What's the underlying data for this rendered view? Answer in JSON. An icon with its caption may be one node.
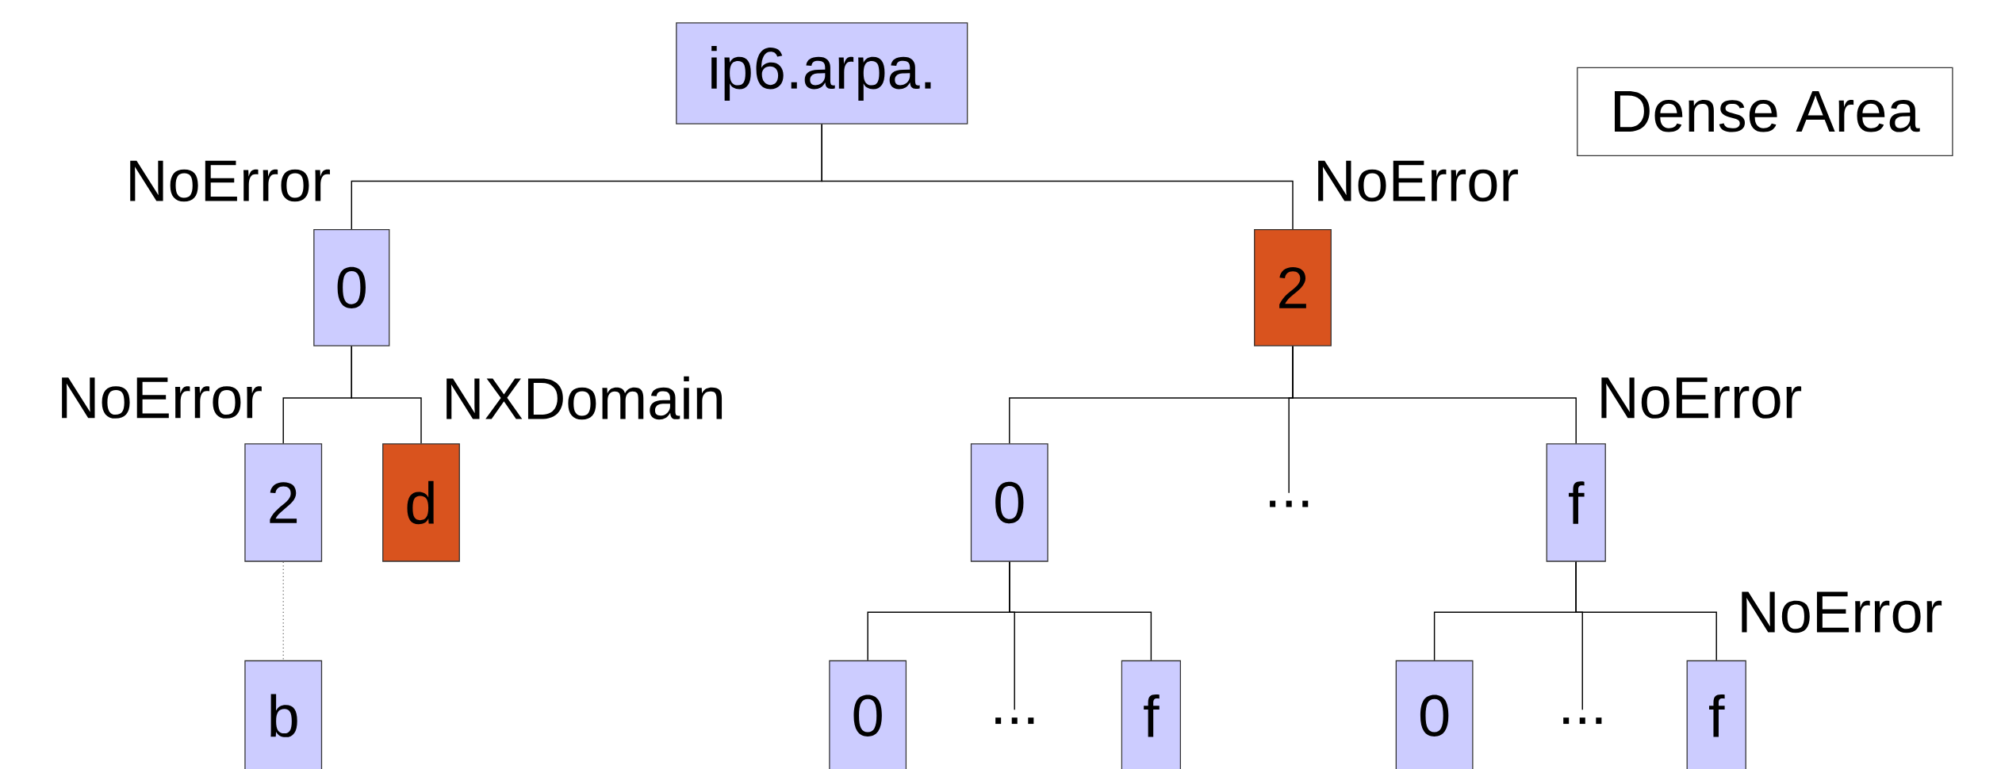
{
  "diagram": {
    "nodes": [
      {
        "text": [
          "ip6.arpa."
        ]
      },
      {
        "text": [
          "Dense Area"
        ]
      },
      {
        "text": [
          "0"
        ]
      },
      {
        "text": [
          "2"
        ]
      },
      {
        "text": [
          "2"
        ]
      },
      {
        "text": [
          "d"
        ]
      },
      {
        "text": [
          "b"
        ]
      },
      {
        "text": [
          "0"
        ]
      },
      {
        "text": [
          "..."
        ]
      },
      {
        "text": [
          "f"
        ]
      },
      {
        "text": [
          "0"
        ]
      },
      {
        "text": [
          "..."
        ]
      },
      {
        "text": [
          "f"
        ]
      },
      {
        "text": [
          "0"
        ]
      },
      {
        "text": [
          "..."
        ]
      },
      {
        "text": [
          "f"
        ]
      }
    ],
    "edges": [
      {
        "from": 0,
        "to": 2,
        "arrow": "none",
        "label": "NoError"
      },
      {
        "from": 0,
        "to": 3,
        "arrow": "none",
        "label": "NoError"
      },
      {
        "from": 2,
        "to": 4,
        "arrow": "none",
        "label": "NoError"
      },
      {
        "from": 2,
        "to": 5,
        "arrow": "none",
        "label": "NXDomain"
      },
      {
        "from": 4,
        "to": 6,
        "arrow": "none",
        "style": "dashed",
        "color": "#666666"
      },
      {
        "from": 3,
        "to": 7,
        "arrow": "none"
      },
      {
        "from": 3,
        "to": 8,
        "arrow": "none"
      },
      {
        "from": 3,
        "to": 9,
        "arrow": "none",
        "label": "NoError"
      },
      {
        "from": 7,
        "to": 10,
        "arrow": "none"
      },
      {
        "from": 7,
        "to": 11,
        "arrow": "none"
      },
      {
        "from": 7,
        "to": 12,
        "arrow": "none"
      },
      {
        "from": 9,
        "to": 13,
        "arrow": "none"
      },
      {
        "from": 9,
        "to": 14,
        "arrow": "none"
      },
      {
        "from": 9,
        "to": 15,
        "arrow": "none",
        "label": "NoError"
      }
    ]
  }
}
